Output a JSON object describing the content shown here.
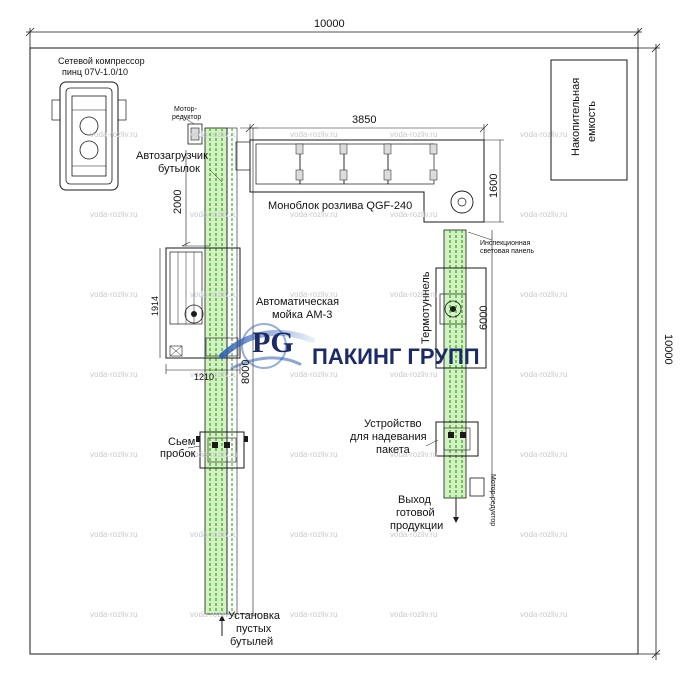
{
  "dimensions": {
    "top_total": "10000",
    "right_total": "10000",
    "monoblock_length": "3850",
    "monoblock_width": "1600",
    "loader_height": "2000",
    "main_conveyor": "8000",
    "output_conveyor": "6000",
    "washer_height": "1914",
    "washer_width": "1210"
  },
  "labels": {
    "compressor": "Сетевой компрессор",
    "compressor_model": "пинц 07V-1.0/10",
    "motor_reducer_line1": "Мотор-",
    "motor_reducer_line2": "редуктор",
    "loader_line1": "Автозагрузчик",
    "loader_line2": "бутылок",
    "monoblock": "Моноблок розлива QGF-240",
    "light_panel_line1": "Инспекционная",
    "light_panel_line2": "световая панель",
    "washer_line1": "Автоматическая",
    "washer_line2": "мойка АМ-3",
    "shrink_tunnel": "Термотуннель",
    "cap_remover_line1": "Сьем",
    "cap_remover_line2": "пробок",
    "packer_line1": "Устройство",
    "packer_line2": "для надевания",
    "packer_line3": "пакета",
    "output_line1": "Выход",
    "output_line2": "готовой",
    "output_line3": "продукции",
    "empty_line1": "Установка",
    "empty_line2": "пустых",
    "empty_line3": "бутылей",
    "motor_reducer2": "Мотор-редуктор",
    "storage_line1": "Накопительная",
    "storage_line2": "емкость"
  },
  "logo": {
    "letters": "PG",
    "text": "ПАКИНГ ГРУПП"
  },
  "watermark": "voda-rozliv.ru",
  "colors": {
    "conveyor_green": "#7ed957",
    "line": "#1a1a1a",
    "blue": "#2f5fb3",
    "logo_navy": "#1c2b66",
    "watermark": "#c9c9c9"
  }
}
